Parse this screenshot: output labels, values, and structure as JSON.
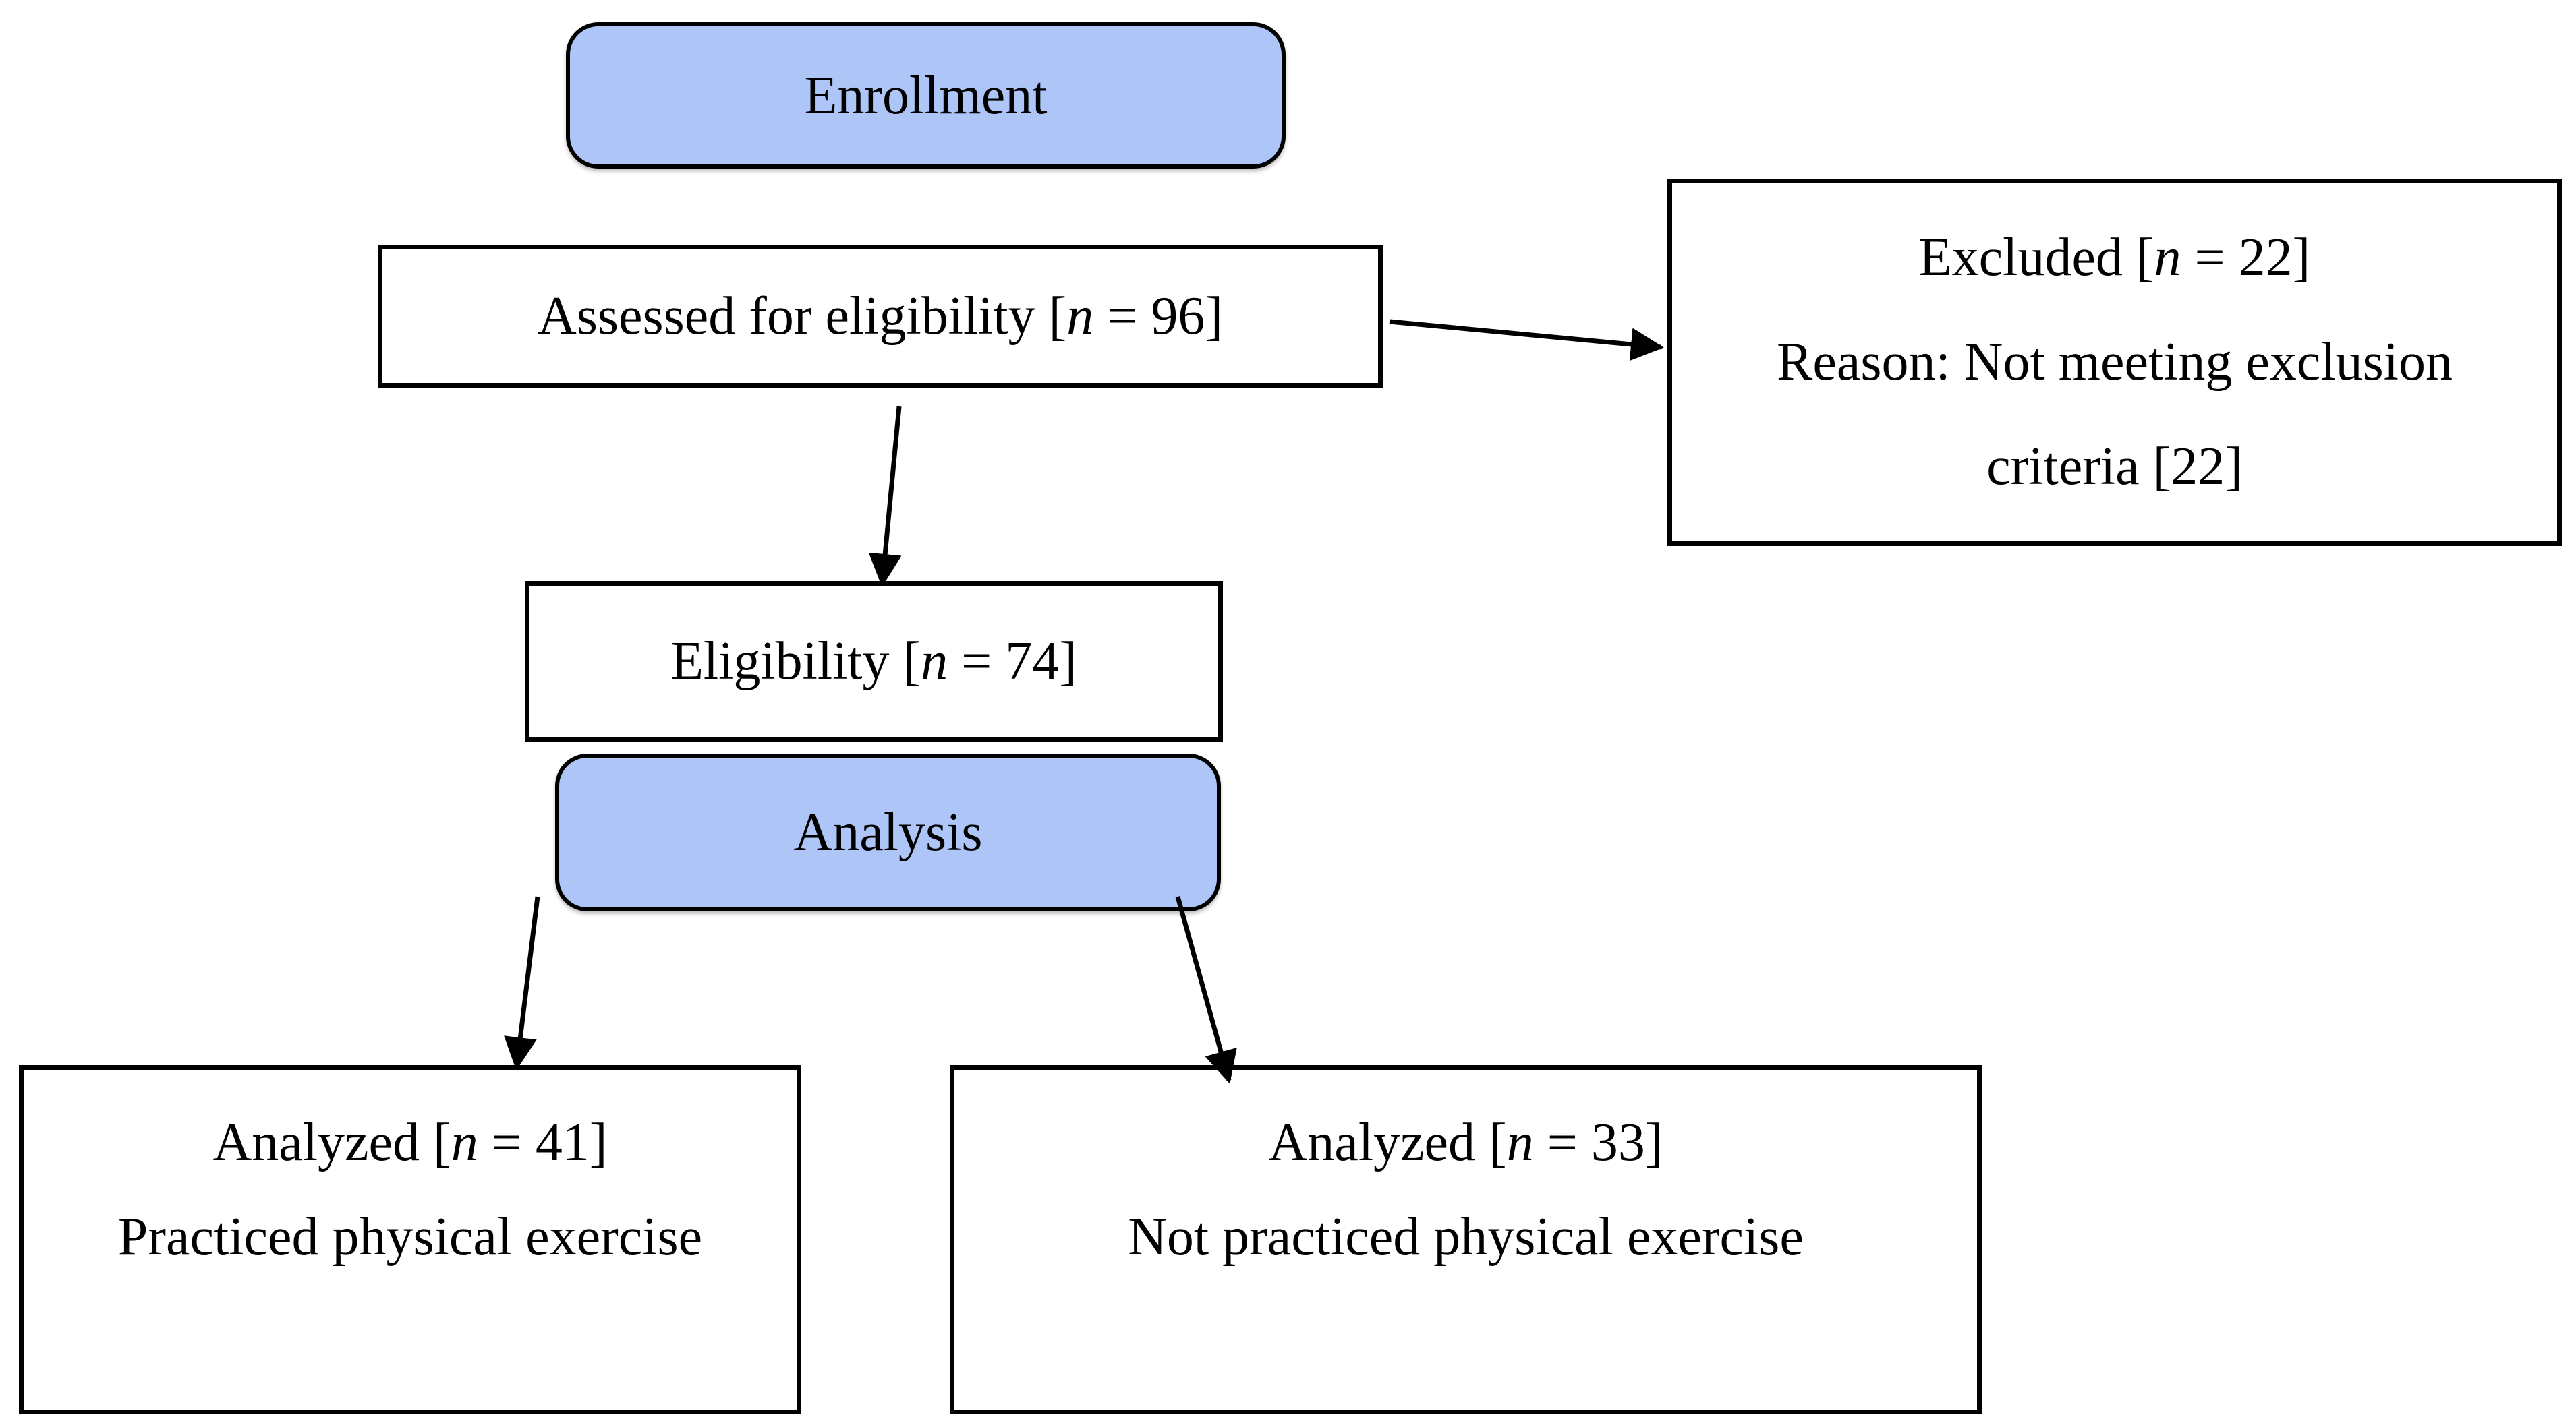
{
  "colors": {
    "node_fill_blue": "#adc5f7",
    "node_fill_white": "#ffffff",
    "node_border": "#000000",
    "text": "#000000",
    "background": "#ffffff"
  },
  "counts": {
    "assessed": 96,
    "excluded": 22,
    "excluded_reason": 22,
    "eligibility": 74,
    "analyzed_exercise": 41,
    "analyzed_no_exercise": 33
  },
  "nodes": {
    "enrollment": {
      "label": "Enrollment"
    },
    "assessed": {
      "prefix": "Assessed for eligibility [",
      "n": "n",
      "suffix": " = 96]"
    },
    "excluded": {
      "line1_prefix": "Excluded [",
      "line1_n": "n",
      "line1_suffix": " = 22]",
      "line2": "Reason: Not meeting exclusion",
      "line3": "criteria [22]"
    },
    "eligibility": {
      "prefix": "Eligibility [",
      "n": "n",
      "suffix": " = 74]"
    },
    "analysis": {
      "label": "Analysis"
    },
    "analyzed_exercise": {
      "line1_prefix": "Analyzed [",
      "line1_n": "n",
      "line1_suffix": " = 41]",
      "line2": "Practiced physical exercise"
    },
    "analyzed_no_exercise": {
      "line1_prefix": "Analyzed [",
      "line1_n": "n",
      "line1_suffix": " = 33]",
      "line2": "Not practiced physical exercise"
    }
  }
}
